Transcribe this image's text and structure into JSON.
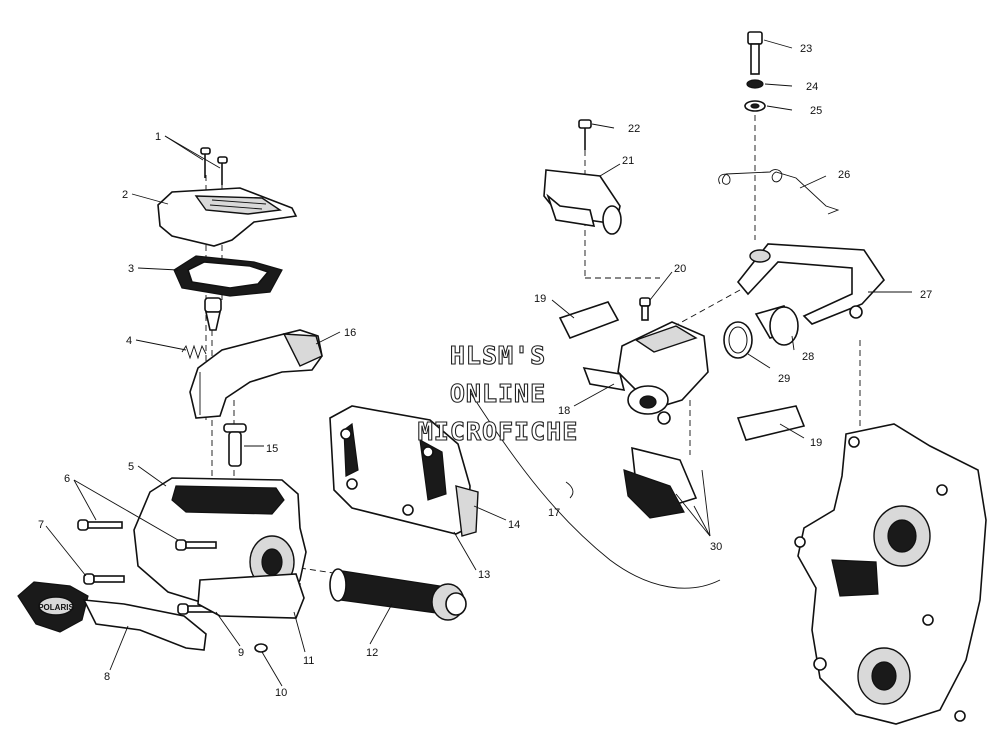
{
  "callouts": {
    "c1": "1",
    "c2": "2",
    "c3": "3",
    "c4": "4",
    "c5": "5",
    "c6": "6",
    "c7": "7",
    "c8": "8",
    "c9": "9",
    "c10": "10",
    "c11": "11",
    "c12": "12",
    "c13": "13",
    "c14": "14",
    "c15": "15",
    "c16": "16",
    "c17": "17",
    "c18": "18",
    "c19a": "19",
    "c19b": "19",
    "c20": "20",
    "c21": "21",
    "c22": "22",
    "c23": "23",
    "c24": "24",
    "c25": "25",
    "c26": "26",
    "c27": "27",
    "c28": "28",
    "c29": "29",
    "c30": "30"
  },
  "watermark": {
    "line1": "HLSM'S",
    "line2": "ONLINE",
    "line3": "MICROFICHE"
  },
  "lever_logo": "POLARIS"
}
